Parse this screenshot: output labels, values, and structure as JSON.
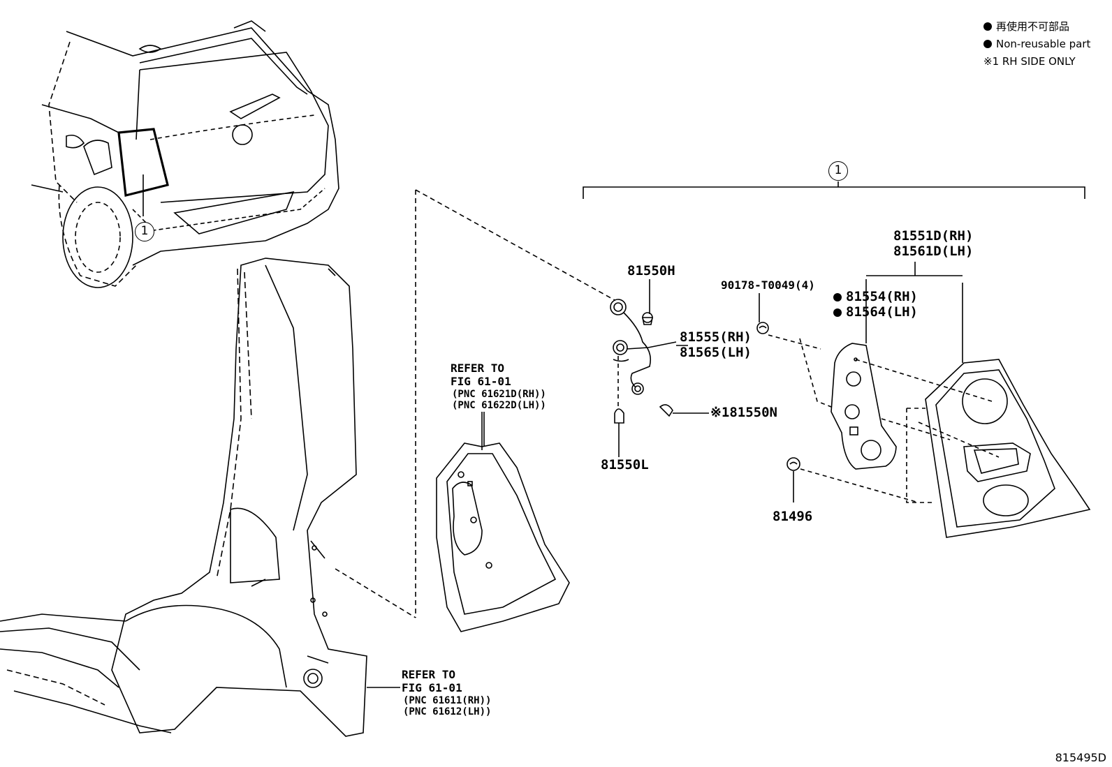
{
  "legend": {
    "non_reusable_jp": "再使用不可部品",
    "non_reusable_en": "Non-reusable part",
    "note_1": "※1 RH SIDE ONLY"
  },
  "assembly_callout": "1",
  "vehicle_callout": "1",
  "parts": {
    "p81551d": "81551D(RH)",
    "p81561d": "81561D(LH)",
    "p81550h": "81550H",
    "p90178": "90178-T0049(4)",
    "p81554": "81554(RH)",
    "p81564": "81564(LH)",
    "p81555": "81555(RH)",
    "p81565": "81565(LH)",
    "p81550n": "※181550N",
    "p81550l": "81550L",
    "p81496": "81496"
  },
  "refer_upper": {
    "line1": "REFER TO",
    "line2": "FIG 61-01",
    "line3": "(PNC 61621D(RH))",
    "line4": "(PNC 61622D(LH))"
  },
  "refer_lower": {
    "line1": "REFER TO",
    "line2": "FIG 61-01",
    "line3": "(PNC 61611(RH))",
    "line4": "(PNC 61612(LH))"
  },
  "figure_number": "815495D"
}
